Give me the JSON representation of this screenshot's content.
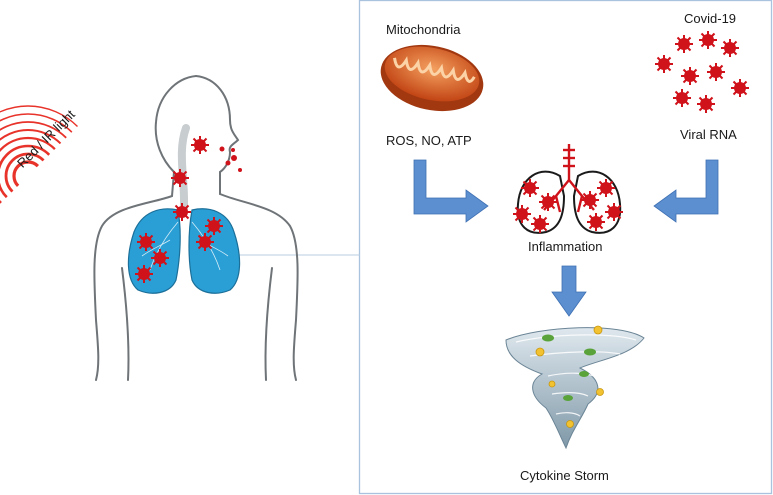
{
  "labels": {
    "light": "Red / IR light",
    "mitochondria": "Mitochondria",
    "ros": "ROS, NO, ATP",
    "covid": "Covid-19",
    "viral_rna": "Viral RNA",
    "inflammation": "Inflammation",
    "cytokine": "Cytokine Storm"
  },
  "colors": {
    "virus_red": "#d0121b",
    "lung_blue": "#2a9fd6",
    "arrow_blue": "#5b8fd0",
    "frame_blue": "#a9c3de",
    "light_red": "#e8332a",
    "mito_orange": "#d9531e"
  },
  "icons": {
    "body": "human-torso-icon",
    "lungs": "lungs-icon",
    "virus": "virus-icon",
    "mitochondria": "mitochondria-icon",
    "tornado": "tornado-icon",
    "light": "light-waves-icon"
  }
}
